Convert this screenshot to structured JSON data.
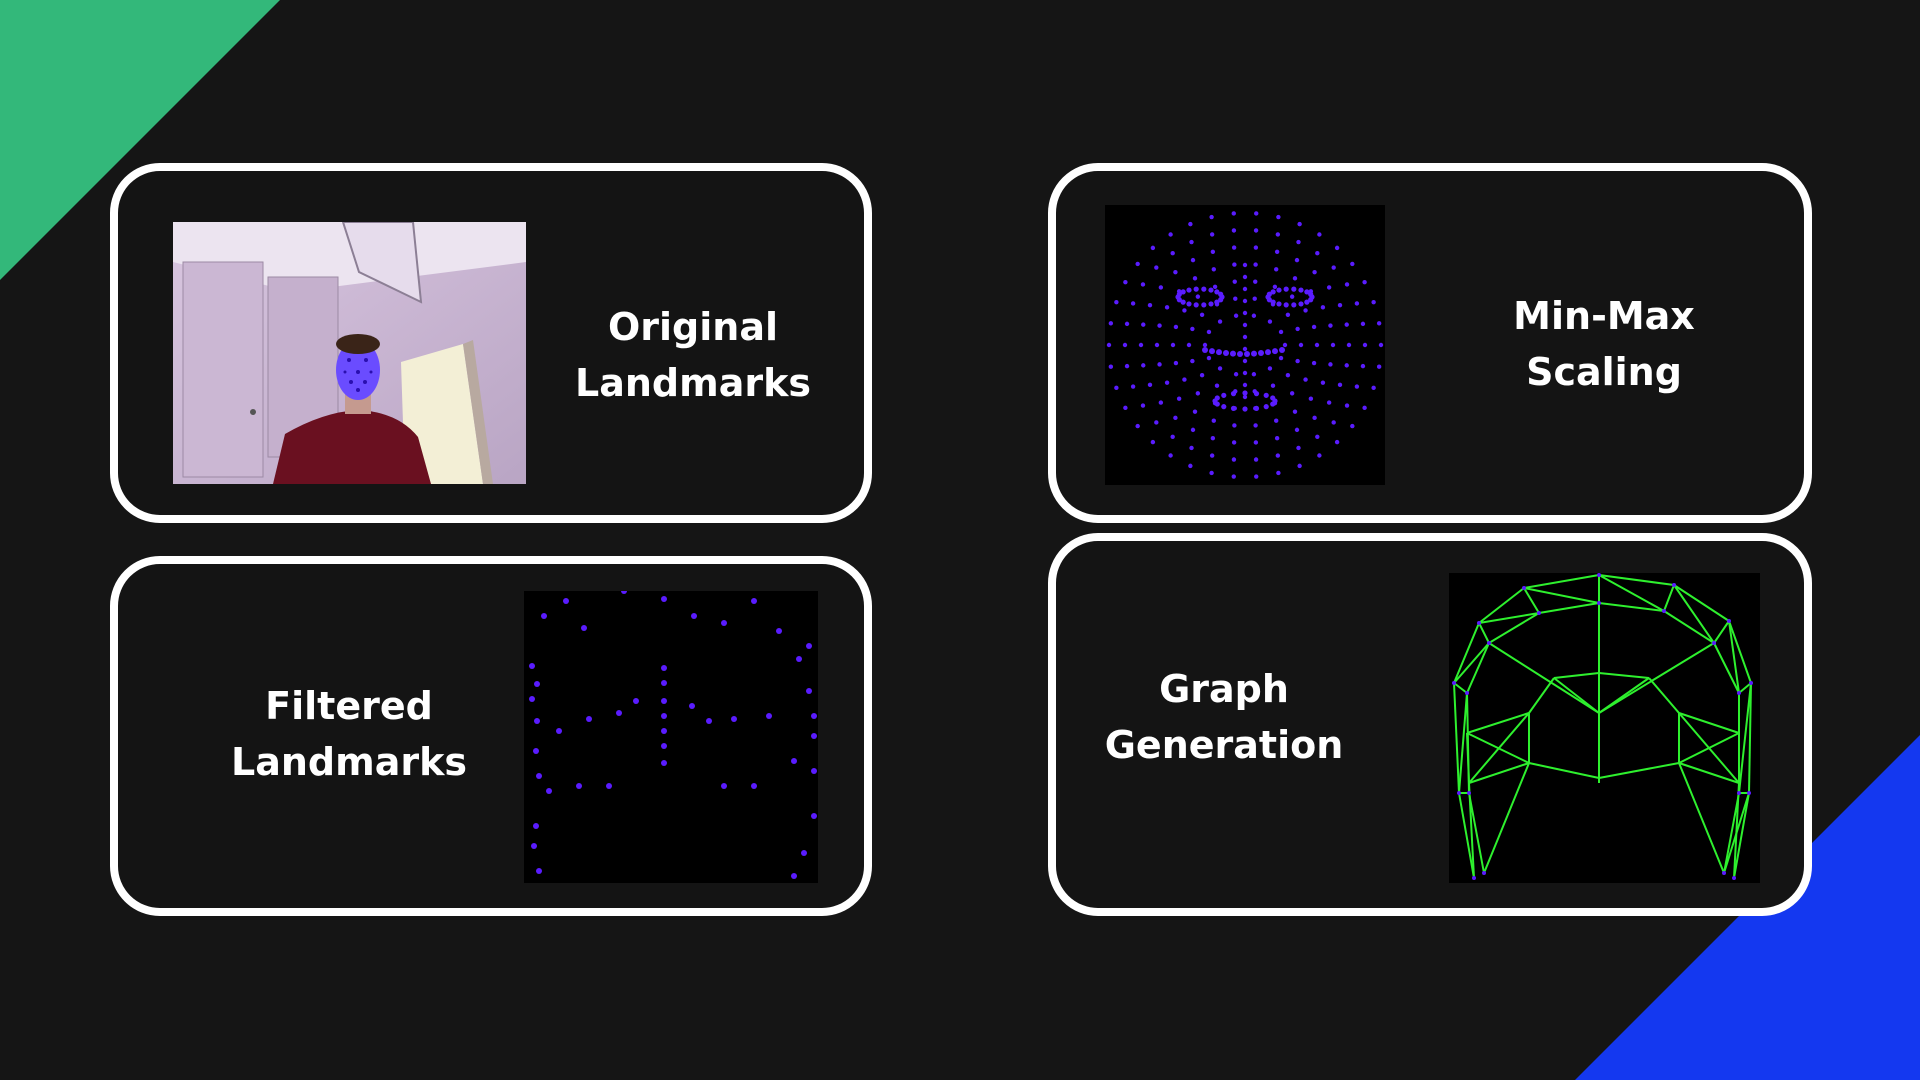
{
  "colors": {
    "background": "#151515",
    "green_accent": "#33b87a",
    "blue_accent": "#1438f0",
    "card_border": "#ffffff",
    "landmark_dot": "#5a1cff",
    "graph_edge": "#2ef02e"
  },
  "cards": {
    "original": {
      "line1": "Original",
      "line2": "Landmarks"
    },
    "minmax": {
      "line1": "Min-Max",
      "line2": "Scaling"
    },
    "filtered": {
      "line1": "Filtered",
      "line2": "Landmarks"
    },
    "graph": {
      "line1": "Graph",
      "line2": "Generation"
    }
  }
}
